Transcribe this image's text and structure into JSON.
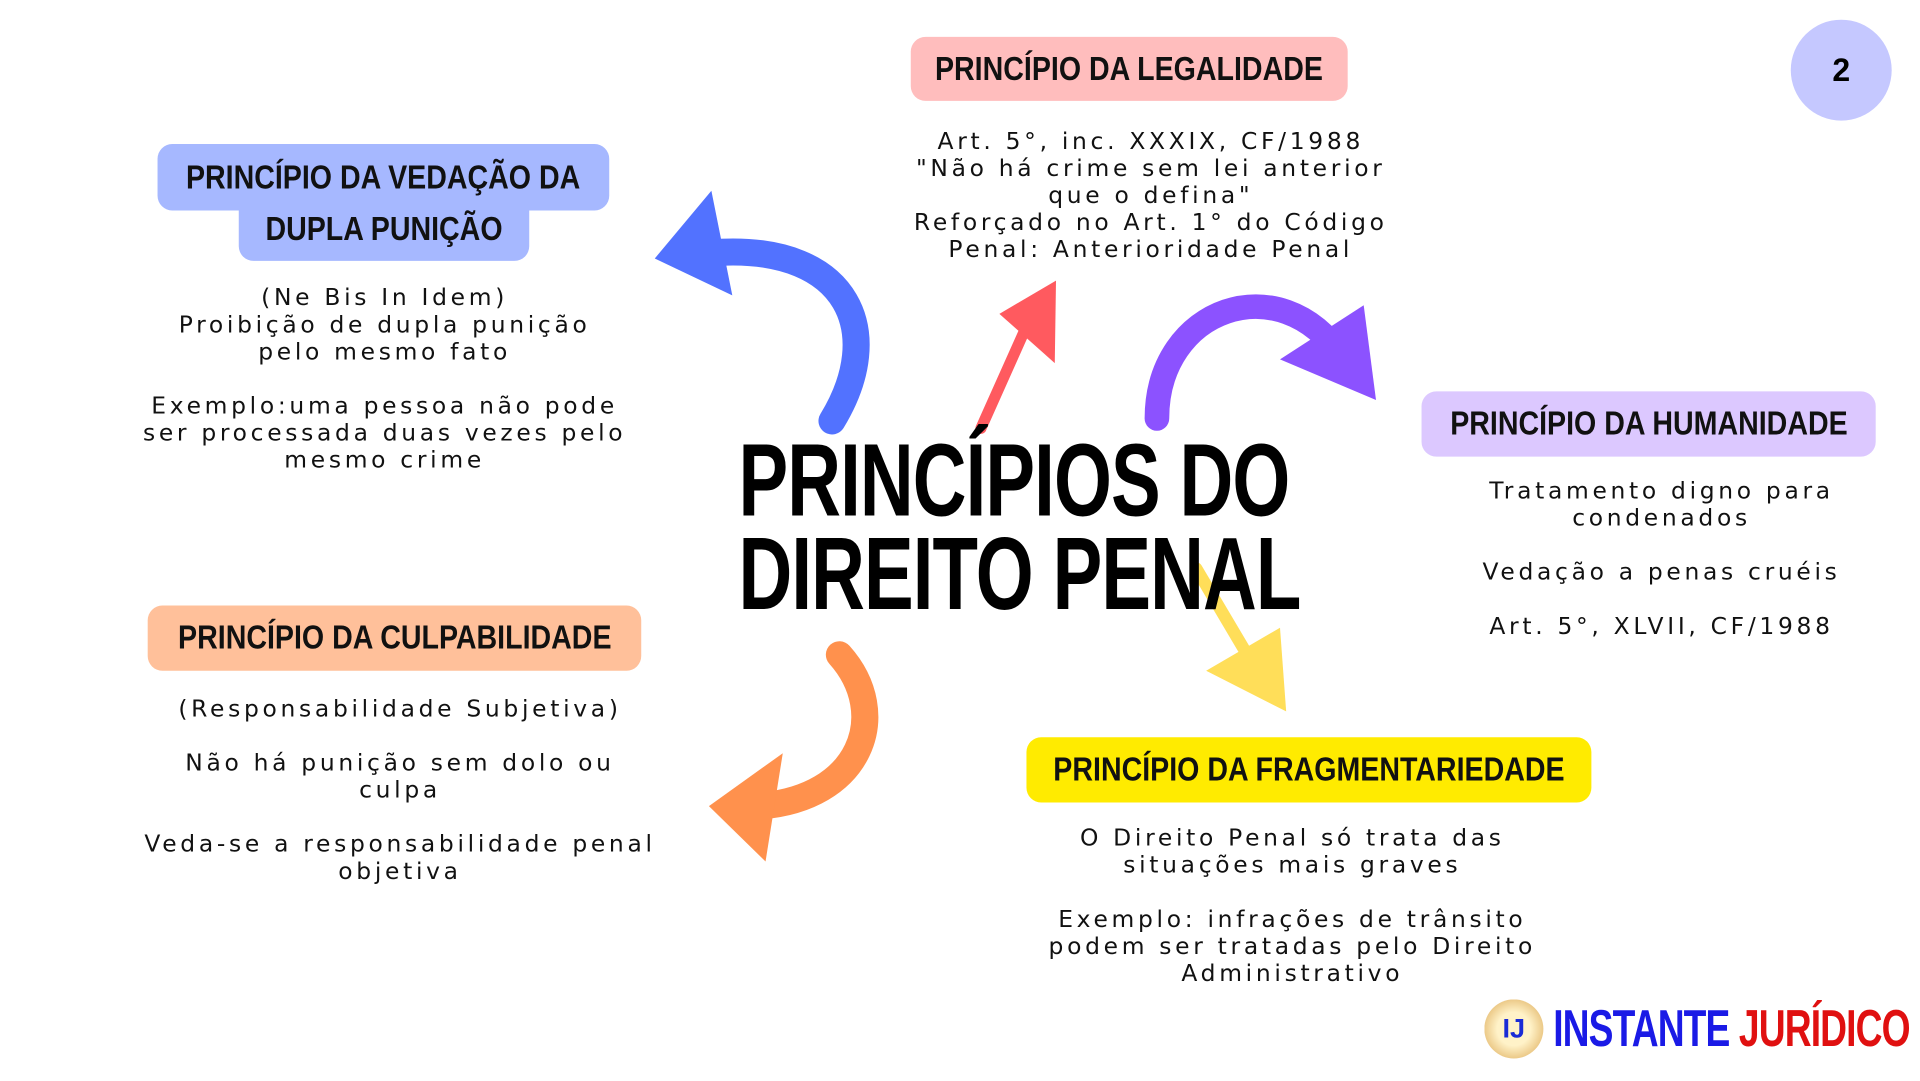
{
  "title": {
    "line1": "PRINCÍPIOS DO",
    "line2": "DIREITO PENAL"
  },
  "page_number": "2",
  "nodes": {
    "legalidade": {
      "heading": "PRINCÍPIO DA LEGALIDADE",
      "color": "#FFBDBD",
      "lines": [
        "Art. 5°, inc. XXXIX, CF/1988",
        "\"Não há crime sem lei anterior que o defina\"",
        "Reforçado no Art. 1° do Código Penal: Anterioridade Penal"
      ]
    },
    "vedacao": {
      "heading_line1": "PRINCÍPIO DA VEDAÇÃO DA",
      "heading_line2": "DUPLA PUNIÇÃO",
      "color": "#A6B8FF",
      "lines": [
        "(Ne Bis In Idem)",
        "Proibição de dupla punição pelo mesmo fato",
        "Exemplo:uma pessoa não pode ser processada duas vezes pelo mesmo crime"
      ]
    },
    "humanidade": {
      "heading": "PRINCÍPIO DA HUMANIDADE",
      "color": "#DCC8FF",
      "lines": [
        "Tratamento digno para condenados",
        "Vedação a penas cruéis",
        "Art. 5°, XLVII, CF/1988"
      ]
    },
    "culpabilidade": {
      "heading": "PRINCÍPIO DA CULPABILIDADE",
      "color": "#FFC09A",
      "lines": [
        "(Responsabilidade Subjetiva)",
        "Não há punição sem dolo ou culpa",
        "Veda-se a responsabilidade penal objetiva"
      ]
    },
    "fragmentariedade": {
      "heading": "PRINCÍPIO DA FRAGMENTARIEDADE",
      "color": "#FFEB00",
      "lines": [
        "O Direito Penal só trata das situações mais graves",
        "Exemplo: infrações de trânsito podem ser tratadas pelo Direito Administrativo"
      ]
    }
  },
  "arrow_colors": {
    "blue": "#5272FF",
    "red": "#FF5A5F",
    "purple": "#8C52FF",
    "yellow": "#FFDE59",
    "orange": "#FF914D"
  },
  "logo": {
    "badge": "IJ",
    "word1": "INSTANTE",
    "word2": "JURÍDICO"
  }
}
